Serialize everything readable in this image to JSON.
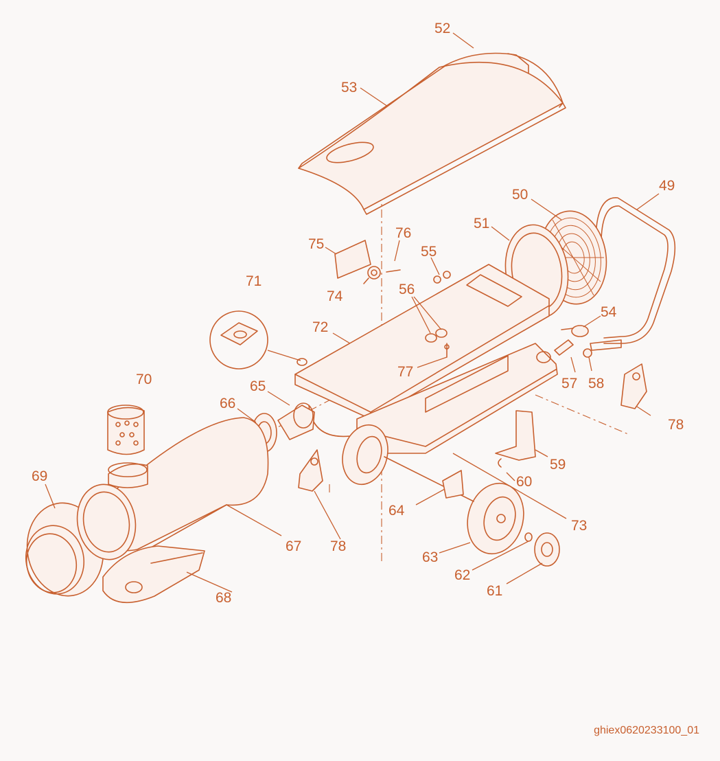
{
  "diagram": {
    "reference_code": "ghiex0620233100_01",
    "callouts": [
      {
        "id": "52",
        "label": "52"
      },
      {
        "id": "53",
        "label": "53"
      },
      {
        "id": "49",
        "label": "49"
      },
      {
        "id": "50",
        "label": "50"
      },
      {
        "id": "51",
        "label": "51"
      },
      {
        "id": "75",
        "label": "75"
      },
      {
        "id": "76",
        "label": "76"
      },
      {
        "id": "55",
        "label": "55"
      },
      {
        "id": "71",
        "label": "71"
      },
      {
        "id": "74",
        "label": "74"
      },
      {
        "id": "56",
        "label": "56"
      },
      {
        "id": "54",
        "label": "54"
      },
      {
        "id": "72",
        "label": "72"
      },
      {
        "id": "77",
        "label": "77"
      },
      {
        "id": "57",
        "label": "57"
      },
      {
        "id": "58",
        "label": "58"
      },
      {
        "id": "70",
        "label": "70"
      },
      {
        "id": "65",
        "label": "65"
      },
      {
        "id": "66",
        "label": "66"
      },
      {
        "id": "78a",
        "label": "78"
      },
      {
        "id": "59",
        "label": "59"
      },
      {
        "id": "69",
        "label": "69"
      },
      {
        "id": "60",
        "label": "60"
      },
      {
        "id": "64",
        "label": "64"
      },
      {
        "id": "73",
        "label": "73"
      },
      {
        "id": "67",
        "label": "67"
      },
      {
        "id": "78b",
        "label": "78"
      },
      {
        "id": "63",
        "label": "63"
      },
      {
        "id": "62",
        "label": "62"
      },
      {
        "id": "68",
        "label": "68"
      },
      {
        "id": "61",
        "label": "61"
      }
    ],
    "colors": {
      "line": "#c8602f",
      "background": "#faf8f7"
    }
  }
}
